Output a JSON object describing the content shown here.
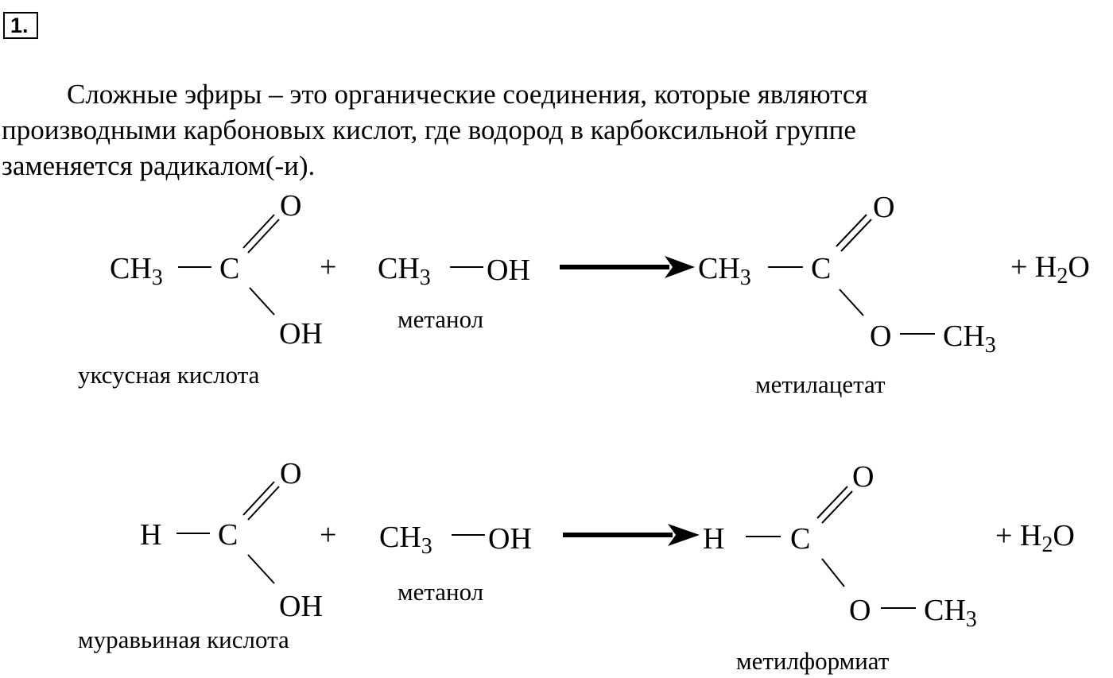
{
  "task_number": "1.",
  "intro": {
    "line1": "Сложные эфиры – это органические соединения, которые являются",
    "line2": "производными карбоновых кислот, где водород в карбоксильной группе",
    "line3": "заменяется радикалом(-и)."
  },
  "symbols": {
    "ch3": "CH",
    "sub3": "3",
    "c": "C",
    "o": "O",
    "oh": "OH",
    "h": "H",
    "plus": "+",
    "plus_h2o_lead": "+ H",
    "sub2": "2",
    "h2o_tail": "O"
  },
  "reaction1": {
    "acid_label": "уксусная кислота",
    "alcohol_label": "метанол",
    "product_label": "метилацетат"
  },
  "reaction2": {
    "acid_label": "муравьиная кислота",
    "alcohol_label": "метанол",
    "product_label": "метилформиат"
  }
}
